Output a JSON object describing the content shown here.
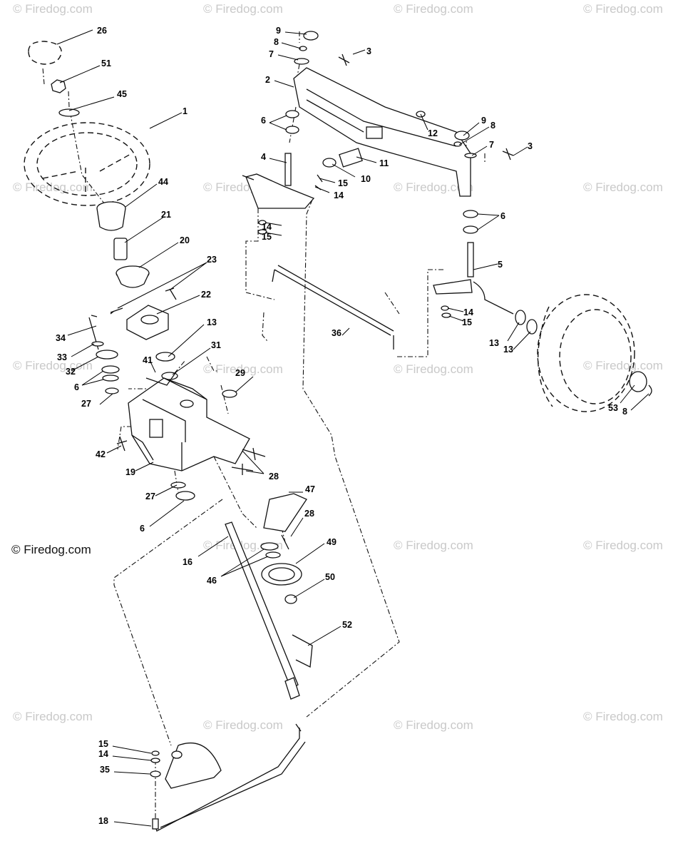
{
  "watermark": "© Firedog.com",
  "copyright": "© Firedog.com",
  "labels": [
    "26",
    "51",
    "45",
    "1",
    "44",
    "21",
    "20",
    "23",
    "22",
    "13",
    "31",
    "34",
    "33",
    "32",
    "6",
    "27",
    "41",
    "29",
    "42",
    "19",
    "28",
    "27",
    "6",
    "9",
    "8",
    "7",
    "3",
    "2",
    "6",
    "12",
    "4",
    "11",
    "10",
    "15",
    "14",
    "14",
    "15",
    "9",
    "8",
    "7",
    "3",
    "6",
    "5",
    "14",
    "15",
    "13",
    "13",
    "53",
    "8",
    "36",
    "47",
    "28",
    "49",
    "16",
    "46",
    "50",
    "52",
    "15",
    "14",
    "35",
    "18"
  ]
}
